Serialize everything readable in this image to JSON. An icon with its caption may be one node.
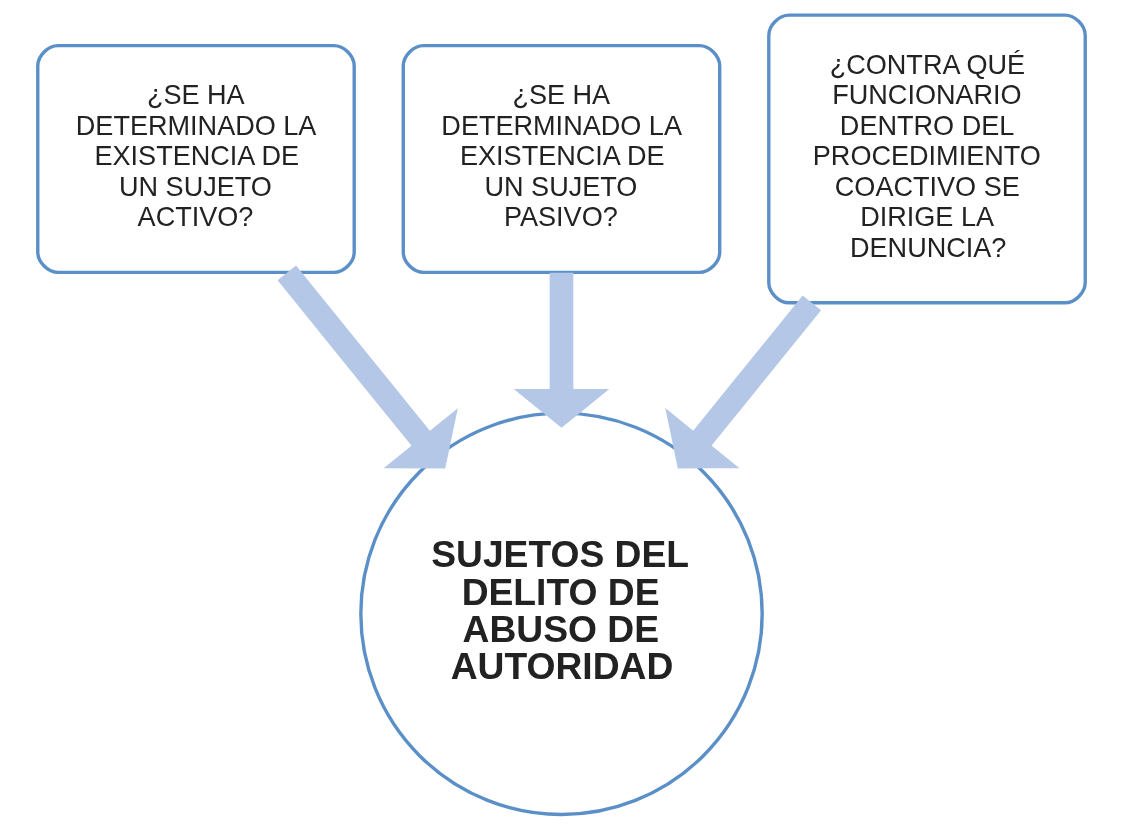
{
  "diagram": {
    "nodes": [
      {
        "text": [
          "¿SE HA DETERMINADO LA EXISTENCIA DE UN SUJETO PASIVO?"
        ]
      },
      {
        "text": [
          "¿SE HA DETERMINADO LA EXISTENCIA DE UN SUJETO ACTIVO?"
        ]
      },
      {
        "text": [
          "¿CONTRA QUÉ FUNCIONARIO DENTRO DEL PROCEDIMIENTO COACTIVO SE DIRIGE LA DENUNCIA?"
        ]
      },
      {
        "text": [
          "SUJETOS DEL DELITO DE ABUSO DE AUTORIDAD"
        ]
      }
    ],
    "edges": [
      {
        "from": 1,
        "to": 3,
        "arrow": "to"
      },
      {
        "from": 0,
        "to": 3,
        "arrow": "to"
      },
      {
        "from": 2,
        "to": 3,
        "arrow": "to"
      }
    ]
  }
}
